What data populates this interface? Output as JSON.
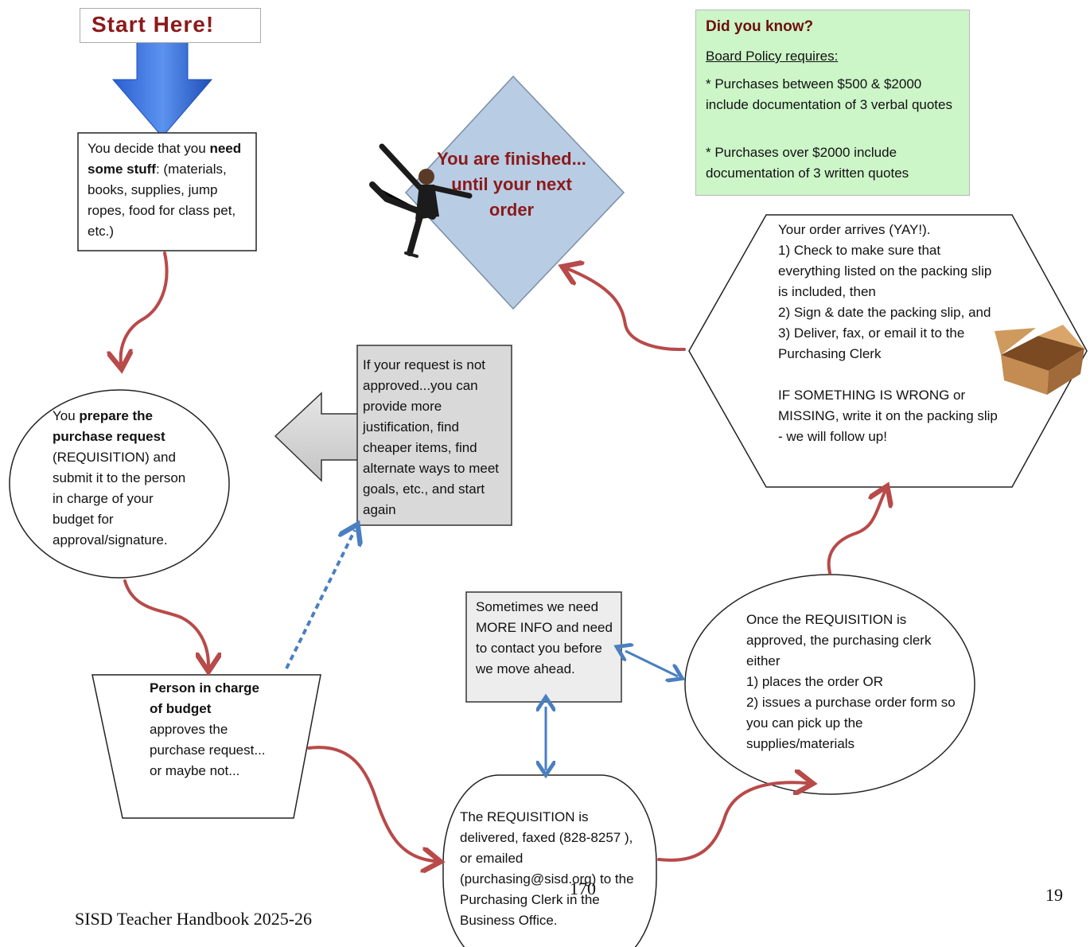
{
  "start_label": "Start Here!",
  "did_you_know": {
    "title": "Did you know?",
    "subtitle": "Board Policy requires:",
    "items": [
      "* Purchases between $500 & $2000 include documentation of 3 verbal quotes",
      "* Purchases over $2000 include documentation of 3 written quotes"
    ]
  },
  "steps": {
    "decide": {
      "pre": "You decide that you ",
      "bold": "need some stuff",
      "post": ": (materials, books, supplies, jump ropes, food for class pet, etc.)"
    },
    "prepare": {
      "pre": "You ",
      "bold": "prepare the purchase request",
      "post": " (REQUISITION) and submit it to the person in charge of your budget for approval/signature."
    },
    "approve": {
      "bold": "Person in charge of budget",
      "post": " approves the purchase request... or maybe not..."
    },
    "not_approved": "If your request is not approved...you can provide more justification, find cheaper items, find alternate ways to meet goals, etc., and start again",
    "delivered": "The REQUISITION is delivered, faxed (828-8257 ), or emailed (purchasing@sisd.org) to the Purchasing Clerk in the Business Office.",
    "more_info": "Sometimes we need MORE INFO and need to contact you before we move ahead.",
    "approved": "Once the REQUISITION is approved, the purchasing clerk either\n1) places the order OR\n2) issues a purchase order form so you can pick up the supplies/materials",
    "arrives": "Your order arrives (YAY!).\n1) Check to make sure that everything listed on the packing slip is included, then\n2) Sign & date the packing slip, and\n3) Deliver, fax, or email it to the Purchasing Clerk\n\nIF SOMETHING IS WRONG or MISSING, write it on the packing slip - we will follow up!",
    "finished": "You are finished... until your next order"
  },
  "icons": [
    "star-icon",
    "box-icon",
    "businesswoman-image",
    "down-arrow-icon",
    "left-arrow-icon"
  ],
  "colors": {
    "flow_arrow": "#b84a4a",
    "info_arrow": "#4a7fc0",
    "finish_diamond": "#b8cce4",
    "note_fill": "#d9d9d9",
    "callout_fill": "#ccf5c8",
    "start_text": "#8b1a1a"
  },
  "footer": {
    "handbook": "SISD Teacher Handbook 2025-26",
    "center_page": "170",
    "right_page": "19"
  }
}
